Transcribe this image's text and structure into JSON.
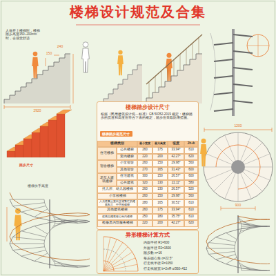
{
  "diagram": {
    "title": "楼梯设计规范及合集",
    "nodes": [
      {
        "text": [
          "楼梯踏步设计尺寸",
          "根据《民用建筑设计统一标准》GB 50352-2019 规定：楼梯踏步的宽度和高度应符合下表的规定，踏步应采取防滑措施。"
        ]
      },
      {
        "text": [
          "楼梯踏步规范尺寸"
        ],
        "in": 0
      },
      {
        "text": [
          "异形楼梯计算方式"
        ]
      }
    ],
    "labels": [
      "人体在上楼梯时，楼梯踏步高度150~200mm时，会感觉舒适",
      "150",
      "240",
      "2920",
      "踏步尺寸",
      "楼梯扶手高度",
      "900",
      "1200",
      "楼梯类别",
      "最小宽度",
      "最大高度",
      "坡度",
      "2h+b",
      "住宅楼梯",
      "公共楼梯",
      "260",
      "175",
      "33.94°",
      "610",
      "套内楼梯",
      "220",
      "200",
      "42.27°",
      "620",
      "宿舍楼梯",
      "小学宿舍",
      "260",
      "150",
      "29.98°",
      "560",
      "其他宿舍",
      "270",
      "165",
      "31.43°",
      "600",
      "老年人建筑楼梯",
      "住宅建筑",
      "300",
      "150",
      "26.57°",
      "600",
      "公共建筑",
      "320",
      "130",
      "22.11°",
      "580",
      "托儿所、幼儿园楼梯",
      "260",
      "130",
      "26.57°",
      "520",
      "小学校楼梯",
      "260",
      "150",
      "29.98°",
      "560",
      "人员密集且竖向交通繁忙的建筑和大、中学校楼梯",
      "280",
      "165",
      "30.51°",
      "610",
      "其他建筑楼梯",
      "260",
      "175",
      "33.94°",
      "610",
      "超高层建筑核心筒内楼梯",
      "250",
      "180",
      "35.75°",
      "610",
      "检修及内部服务楼梯",
      "220",
      "200",
      "42.27°",
      "620",
      "内圆半径 R1=600",
      "外圆半径 R2=1500",
      "踏步数 n=16",
      "每步圆心角 α=22.5°",
      "行走线半径 R=1050",
      "行走线踏宽 b=2πR·α/360≈412"
    ]
  }
}
